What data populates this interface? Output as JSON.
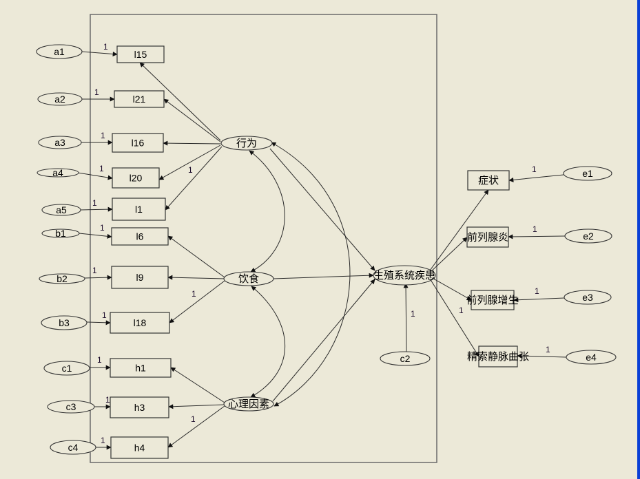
{
  "diagram": {
    "type": "structural-equation-model",
    "colors": {
      "background": "#ece9d8",
      "stroke": "#2a2a2a",
      "edge_accent": "#0a3fd6"
    },
    "latent_factors": [
      {
        "id": "xingwei",
        "label": "行为"
      },
      {
        "id": "yinshi",
        "label": "饮食"
      },
      {
        "id": "xinli",
        "label": "心理因素"
      },
      {
        "id": "shengzhi",
        "label": "生殖系统疾患"
      }
    ],
    "observed": [
      {
        "id": "l15",
        "label": "l15",
        "factor": "xingwei",
        "error": "a1",
        "weight": "1",
        "loading": ""
      },
      {
        "id": "l21",
        "label": "l21",
        "factor": "xingwei",
        "error": "a2",
        "weight": "1",
        "loading": ""
      },
      {
        "id": "l16",
        "label": "l16",
        "factor": "xingwei",
        "error": "a3",
        "weight": "1",
        "loading": ""
      },
      {
        "id": "l20",
        "label": "l20",
        "factor": "xingwei",
        "error": "a4",
        "weight": "1",
        "loading": ""
      },
      {
        "id": "l1",
        "label": "l1",
        "factor": "xingwei",
        "error": "a5",
        "weight": "1",
        "loading": "1"
      },
      {
        "id": "l6",
        "label": "l6",
        "factor": "yinshi",
        "error": "b1",
        "weight": "1",
        "loading": ""
      },
      {
        "id": "l9",
        "label": "l9",
        "factor": "yinshi",
        "error": "b2",
        "weight": "1",
        "loading": ""
      },
      {
        "id": "l18",
        "label": "l18",
        "factor": "yinshi",
        "error": "b3",
        "weight": "1",
        "loading": "1"
      },
      {
        "id": "h1",
        "label": "h1",
        "factor": "xinli",
        "error": "c1",
        "weight": "1",
        "loading": ""
      },
      {
        "id": "h3",
        "label": "h3",
        "factor": "xinli",
        "error": "c3",
        "weight": "1",
        "loading": ""
      },
      {
        "id": "h4",
        "label": "h4",
        "factor": "xinli",
        "error": "c4",
        "weight": "1",
        "loading": "1"
      },
      {
        "id": "zhengzhuang",
        "label": "症状",
        "factor": "shengzhi",
        "error": "e1",
        "weight": "1",
        "loading": ""
      },
      {
        "id": "qianliexianyan",
        "label": "前列腺炎",
        "factor": "shengzhi",
        "error": "e2",
        "weight": "1",
        "loading": ""
      },
      {
        "id": "qianliexianzengsheng",
        "label": "前列腺增生",
        "factor": "shengzhi",
        "error": "e3",
        "weight": "1",
        "loading": ""
      },
      {
        "id": "jingsuo",
        "label": "精索静脉曲张",
        "factor": "shengzhi",
        "error": "e4",
        "weight": "1",
        "loading": "1"
      }
    ],
    "disturbance": {
      "id": "c2",
      "label": "c2",
      "target": "shengzhi",
      "weight": "1"
    },
    "structural_paths": [
      {
        "from": "xingwei",
        "to": "shengzhi"
      },
      {
        "from": "yinshi",
        "to": "shengzhi"
      },
      {
        "from": "xinli",
        "to": "shengzhi"
      }
    ],
    "covariances": [
      {
        "a": "xingwei",
        "b": "yinshi"
      },
      {
        "a": "yinshi",
        "b": "xinli"
      },
      {
        "a": "xingwei",
        "b": "xinli"
      }
    ]
  }
}
